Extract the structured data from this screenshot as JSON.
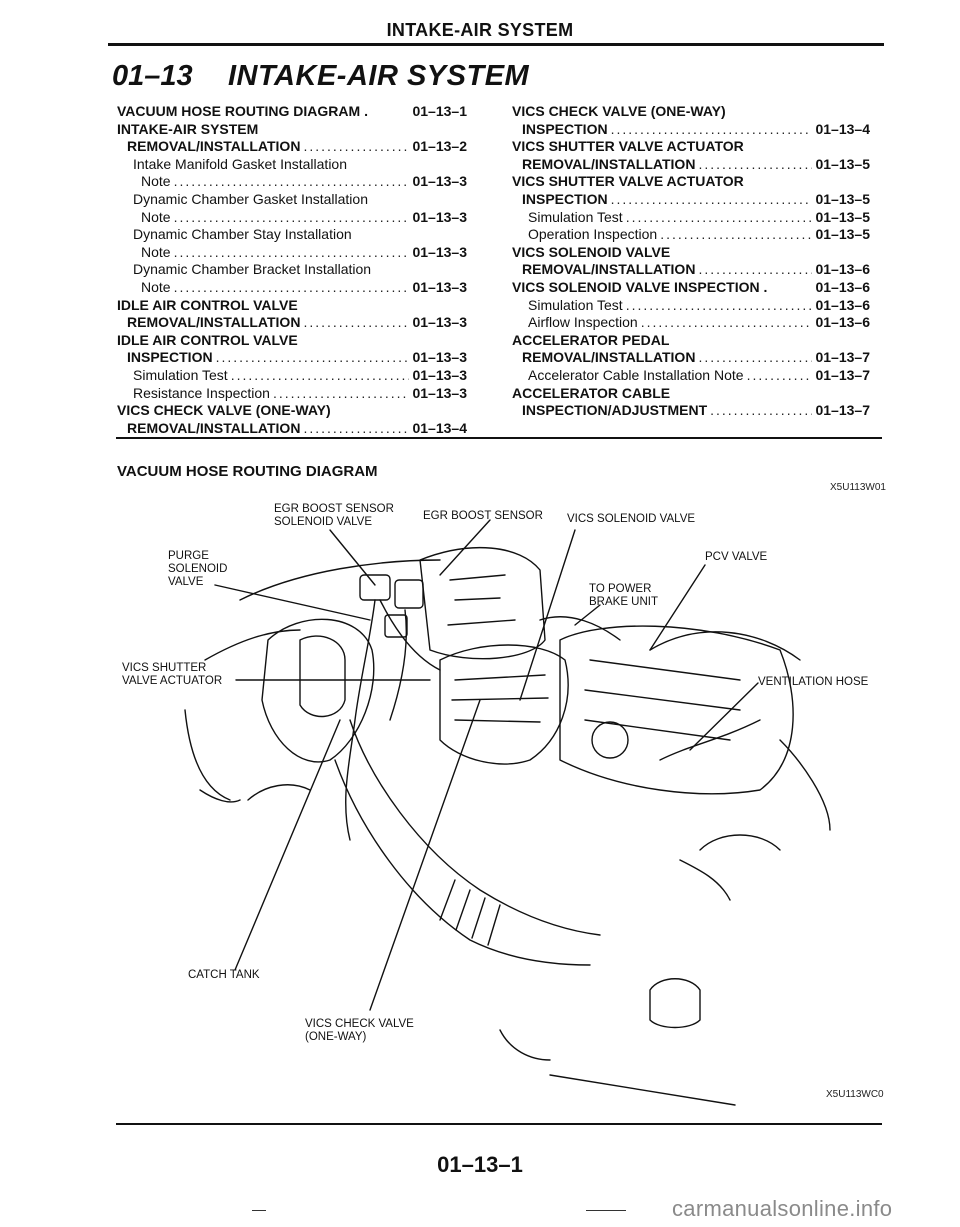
{
  "header": {
    "title": "INTAKE-AIR SYSTEM"
  },
  "section": {
    "number": "01–13",
    "title": "INTAKE-AIR SYSTEM"
  },
  "toc_left": [
    {
      "text": "VACUUM HOSE ROUTING DIAGRAM .",
      "page": "01–13–1",
      "style": "bold",
      "indent": 0,
      "dots": false
    },
    {
      "text": "INTAKE-AIR SYSTEM",
      "page": "",
      "style": "bold",
      "indent": 0,
      "dots": false
    },
    {
      "text": "REMOVAL/INSTALLATION",
      "page": "01–13–2",
      "style": "bold",
      "indent": 1,
      "dots": true
    },
    {
      "text": "Intake Manifold Gasket Installation",
      "page": "",
      "style": "normal",
      "indent": 2,
      "dots": false
    },
    {
      "text": "Note",
      "page": "01–13–3",
      "style": "normal",
      "indent": 3,
      "dots": true
    },
    {
      "text": "Dynamic Chamber Gasket Installation",
      "page": "",
      "style": "normal",
      "indent": 2,
      "dots": false
    },
    {
      "text": "Note",
      "page": "01–13–3",
      "style": "normal",
      "indent": 3,
      "dots": true
    },
    {
      "text": "Dynamic Chamber Stay Installation",
      "page": "",
      "style": "normal",
      "indent": 2,
      "dots": false
    },
    {
      "text": "Note",
      "page": "01–13–3",
      "style": "normal",
      "indent": 3,
      "dots": true
    },
    {
      "text": "Dynamic Chamber Bracket Installation",
      "page": "",
      "style": "normal",
      "indent": 2,
      "dots": false
    },
    {
      "text": "Note",
      "page": "01–13–3",
      "style": "normal",
      "indent": 3,
      "dots": true
    },
    {
      "text": "IDLE AIR CONTROL VALVE",
      "page": "",
      "style": "bold",
      "indent": 0,
      "dots": false
    },
    {
      "text": "REMOVAL/INSTALLATION",
      "page": "01–13–3",
      "style": "bold",
      "indent": 1,
      "dots": true
    },
    {
      "text": "IDLE AIR CONTROL VALVE",
      "page": "",
      "style": "bold",
      "indent": 0,
      "dots": false
    },
    {
      "text": "INSPECTION",
      "page": "01–13–3",
      "style": "bold",
      "indent": 1,
      "dots": true
    },
    {
      "text": "Simulation Test",
      "page": "01–13–3",
      "style": "normal",
      "indent": 2,
      "dots": true
    },
    {
      "text": "Resistance Inspection",
      "page": "01–13–3",
      "style": "normal",
      "indent": 2,
      "dots": true
    },
    {
      "text": "VICS CHECK VALVE (ONE-WAY)",
      "page": "",
      "style": "bold",
      "indent": 0,
      "dots": false
    },
    {
      "text": "REMOVAL/INSTALLATION",
      "page": "01–13–4",
      "style": "bold",
      "indent": 1,
      "dots": true
    }
  ],
  "toc_right": [
    {
      "text": "VICS CHECK VALVE (ONE-WAY)",
      "page": "",
      "style": "bold",
      "indent": 0,
      "dots": false
    },
    {
      "text": "INSPECTION",
      "page": "01–13–4",
      "style": "bold",
      "indent": 1,
      "dots": true
    },
    {
      "text": "VICS SHUTTER VALVE ACTUATOR",
      "page": "",
      "style": "bold",
      "indent": 0,
      "dots": false
    },
    {
      "text": "REMOVAL/INSTALLATION",
      "page": "01–13–5",
      "style": "bold",
      "indent": 1,
      "dots": true
    },
    {
      "text": "VICS SHUTTER VALVE ACTUATOR",
      "page": "",
      "style": "bold",
      "indent": 0,
      "dots": false
    },
    {
      "text": "INSPECTION",
      "page": "01–13–5",
      "style": "bold",
      "indent": 1,
      "dots": true
    },
    {
      "text": "Simulation Test",
      "page": "01–13–5",
      "style": "normal",
      "indent": 2,
      "dots": true
    },
    {
      "text": "Operation Inspection",
      "page": "01–13–5",
      "style": "normal",
      "indent": 2,
      "dots": true
    },
    {
      "text": "VICS SOLENOID VALVE",
      "page": "",
      "style": "bold",
      "indent": 0,
      "dots": false
    },
    {
      "text": "REMOVAL/INSTALLATION",
      "page": "01–13–6",
      "style": "bold",
      "indent": 1,
      "dots": true
    },
    {
      "text": "VICS SOLENOID VALVE INSPECTION .",
      "page": "01–13–6",
      "style": "bold",
      "indent": 0,
      "dots": false
    },
    {
      "text": "Simulation Test",
      "page": "01–13–6",
      "style": "normal",
      "indent": 2,
      "dots": true
    },
    {
      "text": "Airflow Inspection",
      "page": "01–13–6",
      "style": "normal",
      "indent": 2,
      "dots": true
    },
    {
      "text": "ACCELERATOR PEDAL",
      "page": "",
      "style": "bold",
      "indent": 0,
      "dots": false
    },
    {
      "text": "REMOVAL/INSTALLATION",
      "page": "01–13–7",
      "style": "bold",
      "indent": 1,
      "dots": true
    },
    {
      "text": "Accelerator Cable Installation Note",
      "page": "01–13–7",
      "style": "normal",
      "indent": 2,
      "dots": true
    },
    {
      "text": "ACCELERATOR CABLE",
      "page": "",
      "style": "bold",
      "indent": 0,
      "dots": false
    },
    {
      "text": "INSPECTION/ADJUSTMENT",
      "page": "01–13–7",
      "style": "bold",
      "indent": 1,
      "dots": true
    }
  ],
  "diagram": {
    "heading": "VACUUM HOSE ROUTING DIAGRAM",
    "code_top": "X5U113W01",
    "code_bottom": "X5U113WC0",
    "labels": {
      "egr_boost_sensor_solenoid_valve": "EGR BOOST SENSOR\nSOLENOID VALVE",
      "egr_boost_sensor": "EGR BOOST SENSOR",
      "vics_solenoid_valve": "VICS SOLENOID VALVE",
      "purge_solenoid_valve": "PURGE\nSOLENOID\nVALVE",
      "pcv_valve": "PCV VALVE",
      "to_power_brake_unit": "TO POWER\nBRAKE UNIT",
      "vics_shutter_valve_actuator": "VICS SHUTTER\nVALVE ACTUATOR",
      "ventilation_hose": "VENTILATION HOSE",
      "catch_tank": "CATCH TANK",
      "vics_check_valve": "VICS CHECK VALVE\n(ONE-WAY)"
    }
  },
  "footer": {
    "page_number": "01–13–1",
    "watermark": "carmanualsonline.info"
  }
}
